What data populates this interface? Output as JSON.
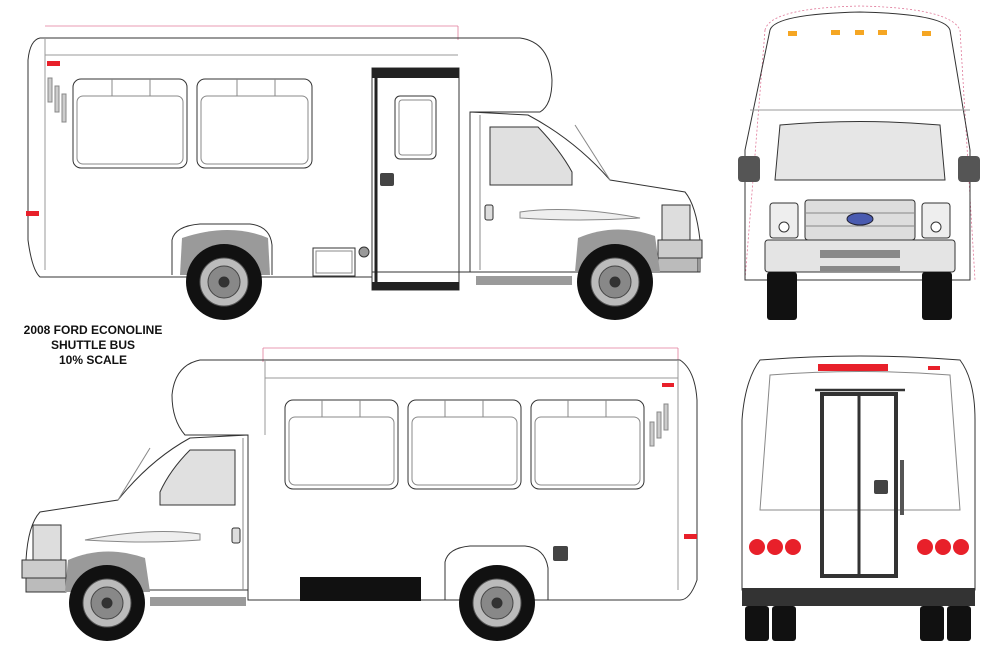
{
  "caption": {
    "line1": "2008 FORD ECONOLINE",
    "line2": "SHUTTLE BUS",
    "line3": "10% SCALE"
  },
  "views": [
    "right-side-view",
    "front-view",
    "left-side-view",
    "rear-view"
  ],
  "colors": {
    "outline": "#333333",
    "light_outline": "#888888",
    "marker_red": "#e8202a",
    "marker_amber": "#f5a623",
    "ford_blue": "#4a5bb0",
    "tire": "#111111",
    "trim_gray": "#9a9a9a",
    "guide_pink": "#e07a9a"
  }
}
